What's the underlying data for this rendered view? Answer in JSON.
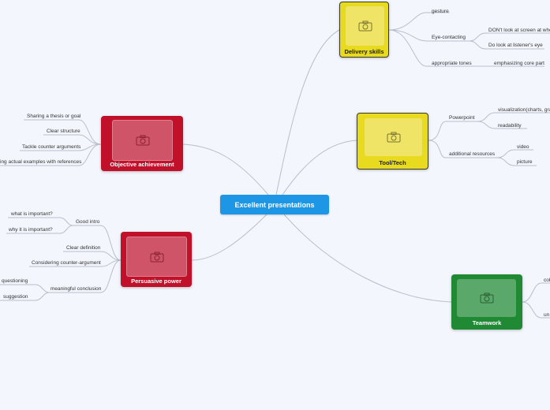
{
  "central": {
    "title": "Excellent presentations"
  },
  "icons": {
    "image_placeholder": "camera-icon"
  },
  "colors": {
    "background": "#f3f6fd",
    "central": "#1e96e6",
    "red": "#c0102a",
    "yellow": "#e8da1e",
    "green": "#1f8a33",
    "line": "#b8bfcc"
  },
  "branches": {
    "delivery": {
      "title": "Delivery skills",
      "items": [
        "gesture",
        "Eye-contacting",
        "DON't look at screen at who",
        "Do look at listener's eye",
        "appropriate tones",
        "emphasizing core part"
      ]
    },
    "tool": {
      "title": "Tool/Tech",
      "items": [
        "Powerpoint",
        "visualization(charts, gra",
        "readability",
        "additional resources",
        "video",
        "picture"
      ]
    },
    "teamwork": {
      "title": "Teamwork",
      "items": [
        "col",
        "un"
      ]
    },
    "objective": {
      "title": "Objective achievement",
      "items": [
        "Sharing a thesis or goal",
        "Clear structure",
        "Tackle counter arguments",
        "ing actual examples with references"
      ]
    },
    "persuasive": {
      "title": "Persuasive power",
      "items": [
        "Good intro",
        "what is important?",
        "why it is important?",
        "Clear definition",
        "Considering counter-argument",
        "meaningful conclusion",
        "questioning",
        "suggestion"
      ]
    }
  }
}
